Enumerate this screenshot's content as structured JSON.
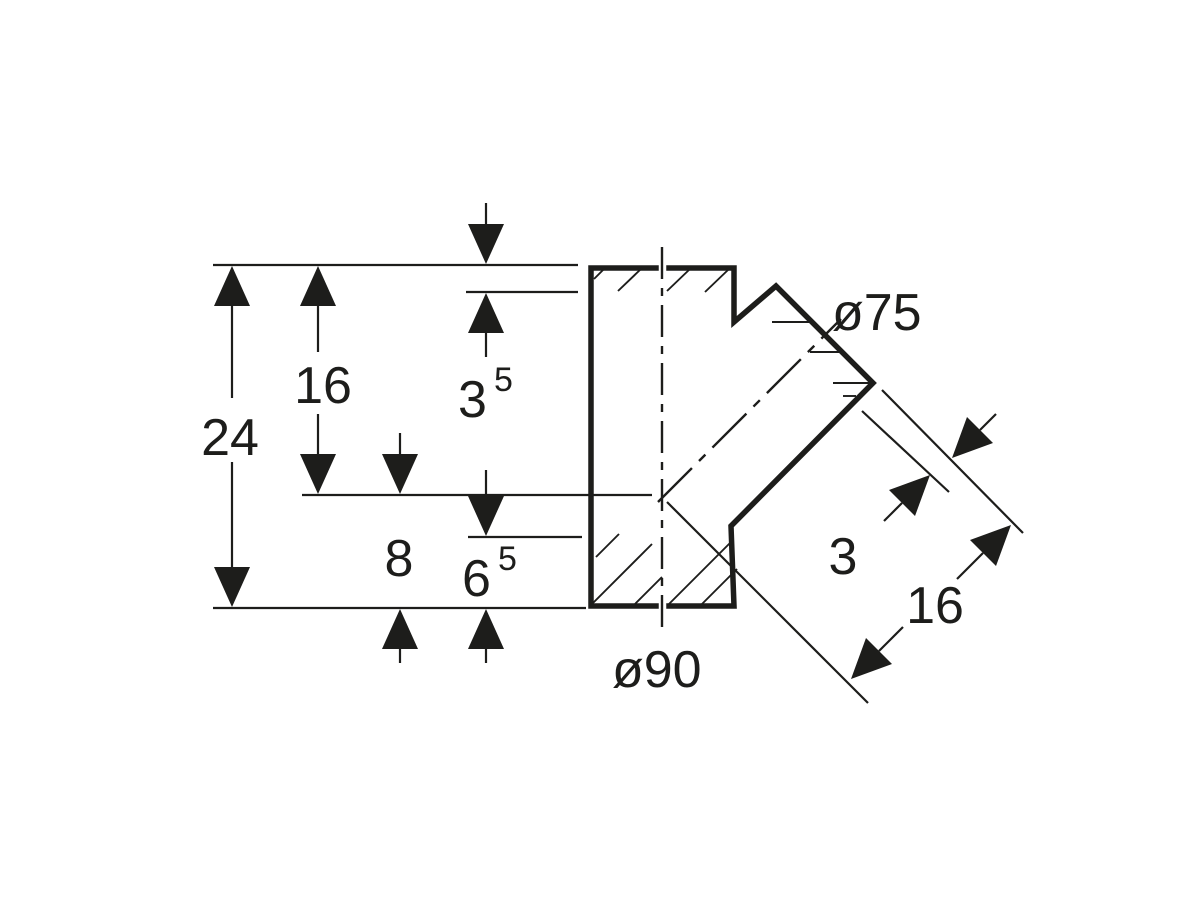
{
  "colors": {
    "ink": "#1d1d1b",
    "background": "#ffffff"
  },
  "dimensions": {
    "total_height": "24",
    "upper_section_height": "16",
    "lower_section_height": "8",
    "top_wall_thickness": {
      "main": "3",
      "sup": "5"
    },
    "bottom_wall_thickness": {
      "main": "6",
      "sup": "5"
    },
    "branch_diameter": "ø75",
    "body_diameter": "ø90",
    "branch_wall_thickness": "3",
    "branch_length": "16"
  }
}
